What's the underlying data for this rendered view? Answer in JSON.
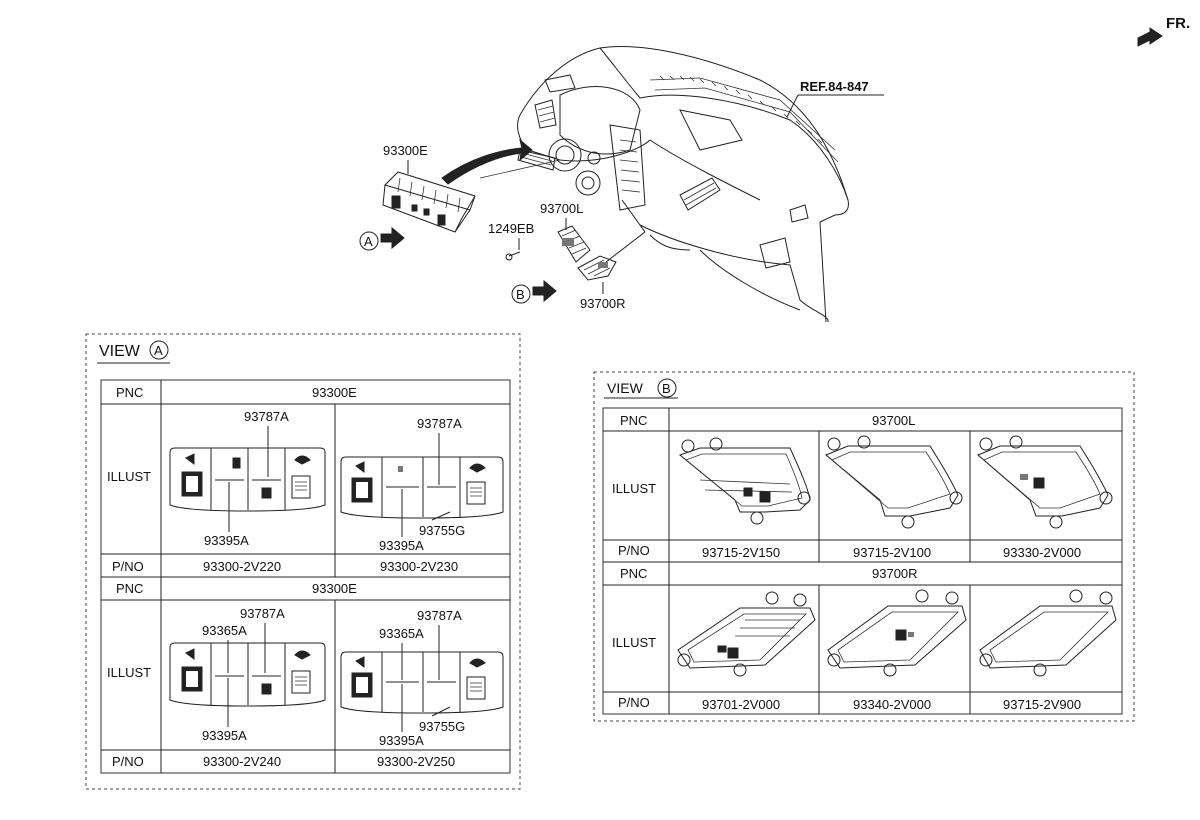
{
  "orientation": "FR.",
  "ref_label": "REF.84-847",
  "main_callouts": {
    "switch_assembly": "93300E",
    "fastener": "1249EB",
    "left_panel": "93700L",
    "right_panel": "93700R",
    "view_a_marker": "A",
    "view_b_marker": "B"
  },
  "view_a": {
    "title": "VIEW",
    "marker": "A",
    "header_pnc": "PNC",
    "header_illust": "ILLUST",
    "header_pno": "P/NO",
    "section1": {
      "pnc": "93300E",
      "cells": [
        {
          "callouts": [
            "93787A",
            "93395A"
          ],
          "pno": "93300-2V220"
        },
        {
          "callouts": [
            "93787A",
            "93395A",
            "93755G"
          ],
          "pno": "93300-2V230"
        }
      ]
    },
    "section2": {
      "pnc": "93300E",
      "cells": [
        {
          "callouts": [
            "93787A",
            "93365A",
            "93395A"
          ],
          "pno": "93300-2V240"
        },
        {
          "callouts": [
            "93787A",
            "93365A",
            "93395A",
            "93755G"
          ],
          "pno": "93300-2V250"
        }
      ]
    }
  },
  "view_b": {
    "title": "VIEW",
    "marker": "B",
    "header_pnc": "PNC",
    "header_illust": "ILLUST",
    "header_pno": "P/NO",
    "section1": {
      "pnc": "93700L",
      "pnos": [
        "93715-2V150",
        "93715-2V100",
        "93330-2V000"
      ]
    },
    "section2": {
      "pnc": "93700R",
      "pnos": [
        "93701-2V000",
        "93340-2V000",
        "93715-2V900"
      ]
    }
  },
  "icons": {
    "switch_icons": [
      "headlamp-level-icon",
      "mirror-icon",
      "trunk-icon",
      "seat-heat-icon"
    ]
  }
}
